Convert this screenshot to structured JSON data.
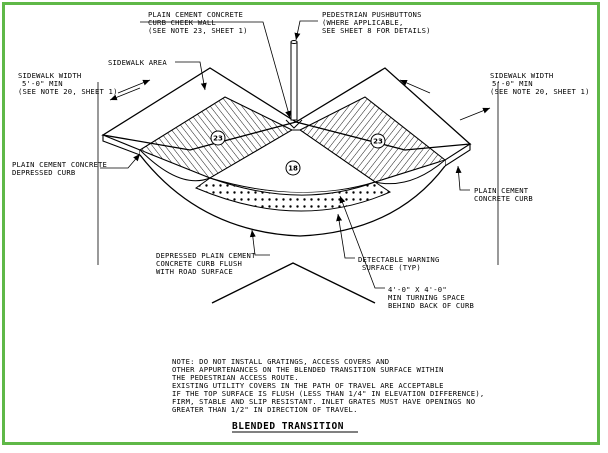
{
  "labels": {
    "pushbuttons": [
      "PEDESTRIAN PUSHBUTTONS",
      "(WHERE APPLICABLE,",
      "SEE SHEET 8 FOR DETAILS)"
    ],
    "cheek_wall": [
      "PLAIN CEMENT CONCRETE",
      "CURB CHEEK WALL",
      "(SEE NOTE 23, SHEET 1)"
    ],
    "sidewalk_area": "SIDEWALK AREA",
    "sidewalk_width_left": [
      "SIDEWALK WIDTH",
      "5'-0\" MIN",
      "(SEE NOTE 20, SHEET 1)"
    ],
    "sidewalk_width_right": [
      "SIDEWALK WIDTH",
      "5'-0\" MIN",
      "(SEE NOTE 20, SHEET 1)"
    ],
    "depressed_curb": [
      "PLAIN CEMENT CONCRETE",
      "DEPRESSED CURB"
    ],
    "plain_cement_curb": [
      "PLAIN CEMENT",
      "CONCRETE CURB"
    ],
    "curb_flush": [
      "DEPRESSED PLAIN CEMENT",
      "CONCRETE CURB FLUSH",
      "WITH ROAD SURFACE"
    ],
    "detectable_warning": [
      "DETECTABLE WARNING",
      "SURFACE (TYP)"
    ],
    "turning_space": [
      "4'-0\" X 4'-0\"",
      "MIN TURNING SPACE",
      "BEHIND BACK OF CURB"
    ]
  },
  "callouts": {
    "left": "23",
    "right": "23",
    "center": "18"
  },
  "note": [
    "NOTE: DO NOT INSTALL GRATINGS, ACCESS COVERS AND",
    "OTHER APPURTENANCES ON THE BLENDED TRANSITION SURFACE WITHIN",
    "THE PEDESTRIAN ACCESS ROUTE.",
    "EXISTING UTILITY COVERS IN THE PATH OF TRAVEL ARE ACCEPTABLE",
    "IF THE TOP SURFACE IS FLUSH (LESS THAN 1/4\" IN ELEVATION DIFFERENCE),",
    "FIRM, STABLE AND SLIP RESISTANT. INLET GRATES MUST HAVE OPENINGS NO",
    "GREATER THAN 1/2\" IN DIRECTION OF TRAVEL."
  ],
  "title": "BLENDED TRANSITION",
  "colors": {
    "border": "#5fb847",
    "ink": "#000000"
  }
}
